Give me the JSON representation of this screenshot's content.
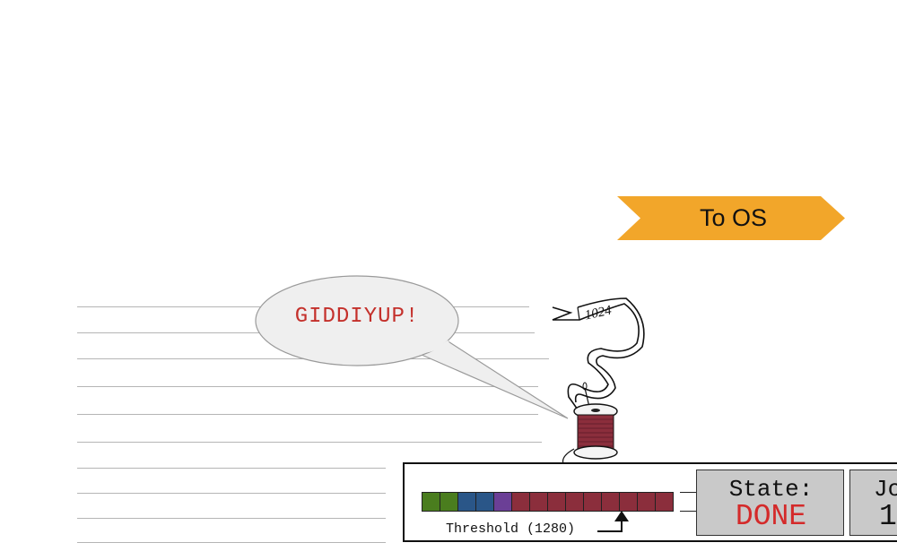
{
  "banner": {
    "label": "To OS",
    "color": "#f2a62a"
  },
  "speech_bubble": {
    "text": "GIDDIYUP!",
    "text_color": "#c4302b"
  },
  "spool": {
    "ribbon_text": "1024",
    "thread_color": "#8b2e3c"
  },
  "memory_bar": {
    "cells": [
      {
        "color": "#4a7d1e"
      },
      {
        "color": "#4a7d1e"
      },
      {
        "color": "#2a5688"
      },
      {
        "color": "#2a5688"
      },
      {
        "color": "#6b3f96"
      },
      {
        "color": "#8b2e3c"
      },
      {
        "color": "#8b2e3c"
      },
      {
        "color": "#8b2e3c"
      },
      {
        "color": "#8b2e3c"
      },
      {
        "color": "#8b2e3c"
      },
      {
        "color": "#8b2e3c"
      },
      {
        "color": "#8b2e3c"
      },
      {
        "color": "#8b2e3c"
      },
      {
        "color": "#8b2e3c"
      }
    ],
    "threshold_label": "Threshold (1280)"
  },
  "state": {
    "label": "State:",
    "value": "DONE",
    "value_color": "#d42a2a"
  },
  "job": {
    "label": "Jo",
    "value": "1"
  }
}
